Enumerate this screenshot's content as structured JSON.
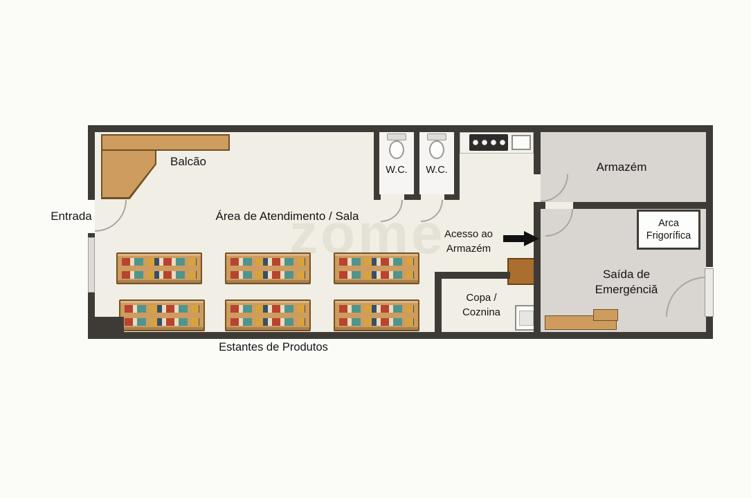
{
  "watermark": "zome",
  "rooms": {
    "entrada": "Entrada",
    "balcao": "Balcão",
    "sala": "Área de Atendimento / Sala",
    "wc_left": "W.C.",
    "wc_right": "W.C.",
    "armazem": "Armazém",
    "acesso_ao_armazem": "Acesso ao\nArmazém",
    "arca_frigorifica": "Arca\nFrigorífica",
    "saida_emergencia": "Saída de\nEmergénciă",
    "copa_cozinha": "Copa /\nCoznina",
    "estantes": "Estantes de Produtos"
  },
  "colors": {
    "background": "#fbfbf8",
    "wall": "#3e3b37",
    "floor_main": "#f1eee5",
    "floor_storage": "#d9d5d0",
    "wood": "#cd9c5e",
    "arrow": "#111111"
  }
}
